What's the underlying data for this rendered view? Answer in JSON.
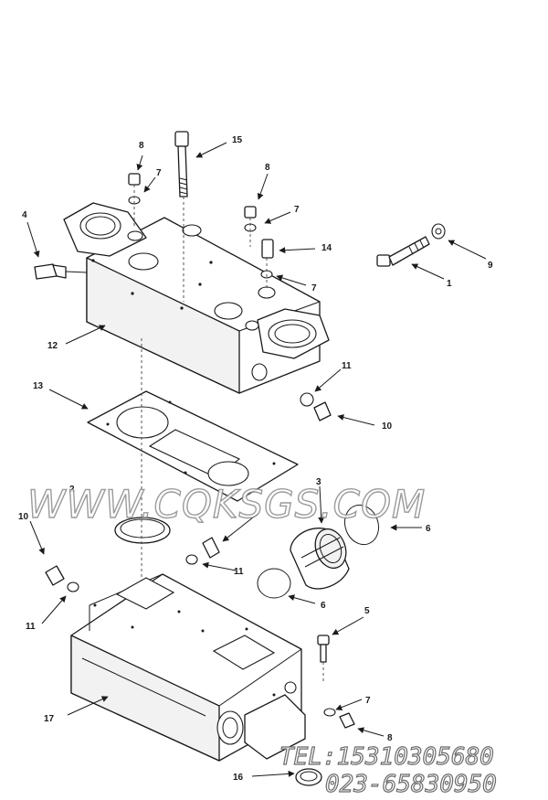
{
  "callouts": [
    {
      "id": "c15",
      "text": "15"
    },
    {
      "id": "c8a",
      "text": "8"
    },
    {
      "id": "c7a",
      "text": "7"
    },
    {
      "id": "c8b",
      "text": "8"
    },
    {
      "id": "c7b",
      "text": "7"
    },
    {
      "id": "c4",
      "text": "4"
    },
    {
      "id": "c14",
      "text": "14"
    },
    {
      "id": "c9",
      "text": "9"
    },
    {
      "id": "c7c",
      "text": "7"
    },
    {
      "id": "c1",
      "text": "1"
    },
    {
      "id": "c12",
      "text": "12"
    },
    {
      "id": "c11a",
      "text": "11"
    },
    {
      "id": "c13",
      "text": "13"
    },
    {
      "id": "c10a",
      "text": "10"
    },
    {
      "id": "c2",
      "text": "2"
    },
    {
      "id": "c3",
      "text": "3"
    },
    {
      "id": "c10b",
      "text": "10"
    },
    {
      "id": "c6a",
      "text": "6"
    },
    {
      "id": "c11b",
      "text": "11"
    },
    {
      "id": "c6b",
      "text": "6"
    },
    {
      "id": "c11c",
      "text": "11"
    },
    {
      "id": "c5",
      "text": "5"
    },
    {
      "id": "c7d",
      "text": "7"
    },
    {
      "id": "c17",
      "text": "17"
    },
    {
      "id": "c8c",
      "text": "8"
    },
    {
      "id": "c16",
      "text": "16"
    }
  ],
  "watermark": {
    "site": "WWW.CQKSGS.COM",
    "tel": "TEL:15310305680",
    "phone": "023-65830950"
  },
  "colors": {
    "line": "#1a1a1a",
    "background": "#ffffff",
    "watermark_outline": "#8a8a8a"
  }
}
